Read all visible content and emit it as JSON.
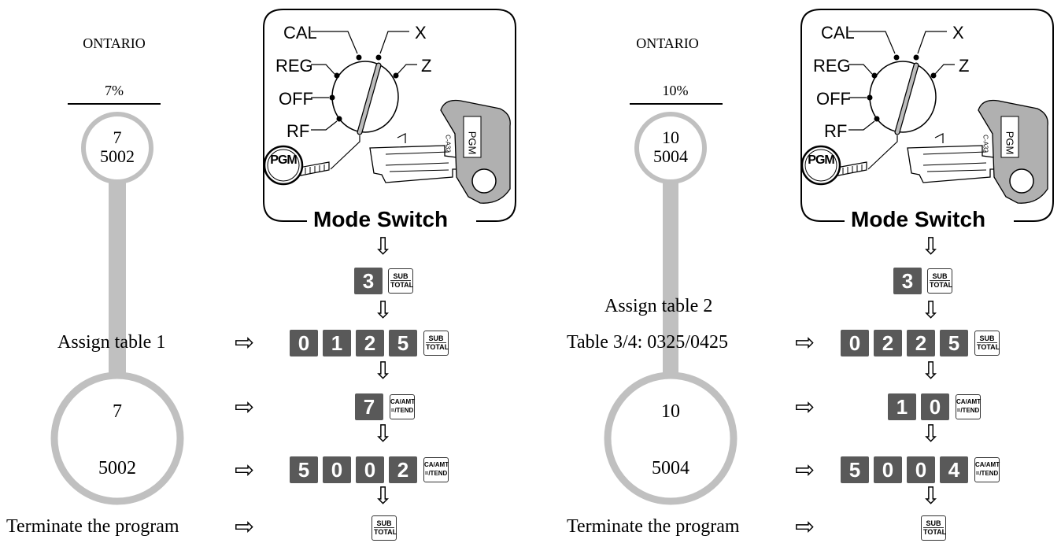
{
  "panels": [
    {
      "region": "ONTARIO",
      "rate": "7%",
      "small_circle": {
        "line1": "7",
        "line2": "5002"
      },
      "big_circle": {
        "line1": "7",
        "line2": "5002"
      },
      "mode_switch": {
        "labels": [
          "CAL",
          "X",
          "REG",
          "Z",
          "OFF",
          "RF"
        ],
        "pgm_badge": "PGM",
        "key_label": "PGM",
        "key_code": "C-A32",
        "title": "Mode Switch"
      },
      "assign_label": "Assign table 1",
      "assign_sublabel": "",
      "terminate_label": "Terminate the program",
      "steps": [
        {
          "keys": [
            "3"
          ],
          "func": "SUB TOTAL"
        },
        {
          "keys": [
            "0",
            "1",
            "2",
            "5"
          ],
          "func": "SUB TOTAL"
        },
        {
          "keys": [
            "7"
          ],
          "func": "CA/AMT =/TEND"
        },
        {
          "keys": [
            "5",
            "0",
            "0",
            "2"
          ],
          "func": "CA/AMT =/TEND"
        },
        {
          "keys": [],
          "func": "SUB TOTAL"
        }
      ]
    },
    {
      "region": "ONTARIO",
      "rate": "10%",
      "small_circle": {
        "line1": "10",
        "line2": "5004"
      },
      "big_circle": {
        "line1": "10",
        "line2": "5004"
      },
      "mode_switch": {
        "labels": [
          "CAL",
          "X",
          "REG",
          "Z",
          "OFF",
          "RF"
        ],
        "pgm_badge": "PGM",
        "key_label": "PGM",
        "key_code": "C-A32",
        "title": "Mode Switch"
      },
      "assign_label": "Assign table 2",
      "assign_sublabel": "Table 3/4: 0325/0425",
      "terminate_label": "Terminate the program",
      "steps": [
        {
          "keys": [
            "3"
          ],
          "func": "SUB TOTAL"
        },
        {
          "keys": [
            "0",
            "2",
            "2",
            "5"
          ],
          "func": "SUB TOTAL"
        },
        {
          "keys": [
            "1",
            "0"
          ],
          "func": "CA/AMT =/TEND"
        },
        {
          "keys": [
            "5",
            "0",
            "0",
            "4"
          ],
          "func": "CA/AMT =/TEND"
        },
        {
          "keys": [],
          "func": "SUB TOTAL"
        }
      ]
    }
  ],
  "key_faces": {
    "sub_total": [
      "SUB",
      "TOTAL"
    ],
    "ca_amt": [
      "CA/AMT",
      "=/TEND"
    ]
  },
  "arrows": {
    "right": "⇨",
    "down": "⇩"
  }
}
